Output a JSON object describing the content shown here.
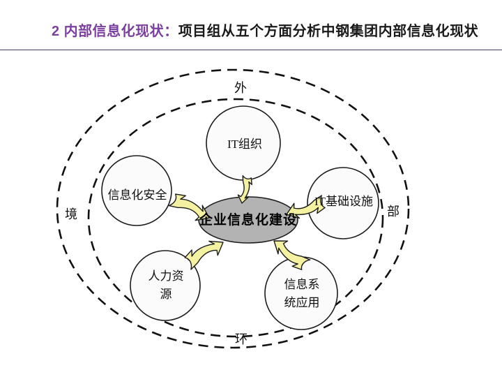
{
  "slide": {
    "title": {
      "accent_part": "2 内部信息化现状：",
      "black_part": "项目组从五个方面分析中钢集团内部信息化现状"
    },
    "colors": {
      "title_accent": "#7b3fa0",
      "title_text": "#1a1a1a",
      "arrow_fill": "#f4f1a1",
      "center_ellipse_fill": "#b3b3b3",
      "node_fill": "#fbfbfb",
      "outline": "#1c1c1c"
    },
    "diagram": {
      "center_label": "企业信息化建设",
      "nodes": {
        "it_org": "IT组织",
        "info_security": "信息化安全",
        "it_infra": "IT基础设施",
        "hr": "人力资\n源",
        "info_sys": "信息系\n统应用"
      },
      "ring_labels": {
        "top": "外",
        "right": "部",
        "bottom": "环",
        "left": "境"
      }
    }
  }
}
